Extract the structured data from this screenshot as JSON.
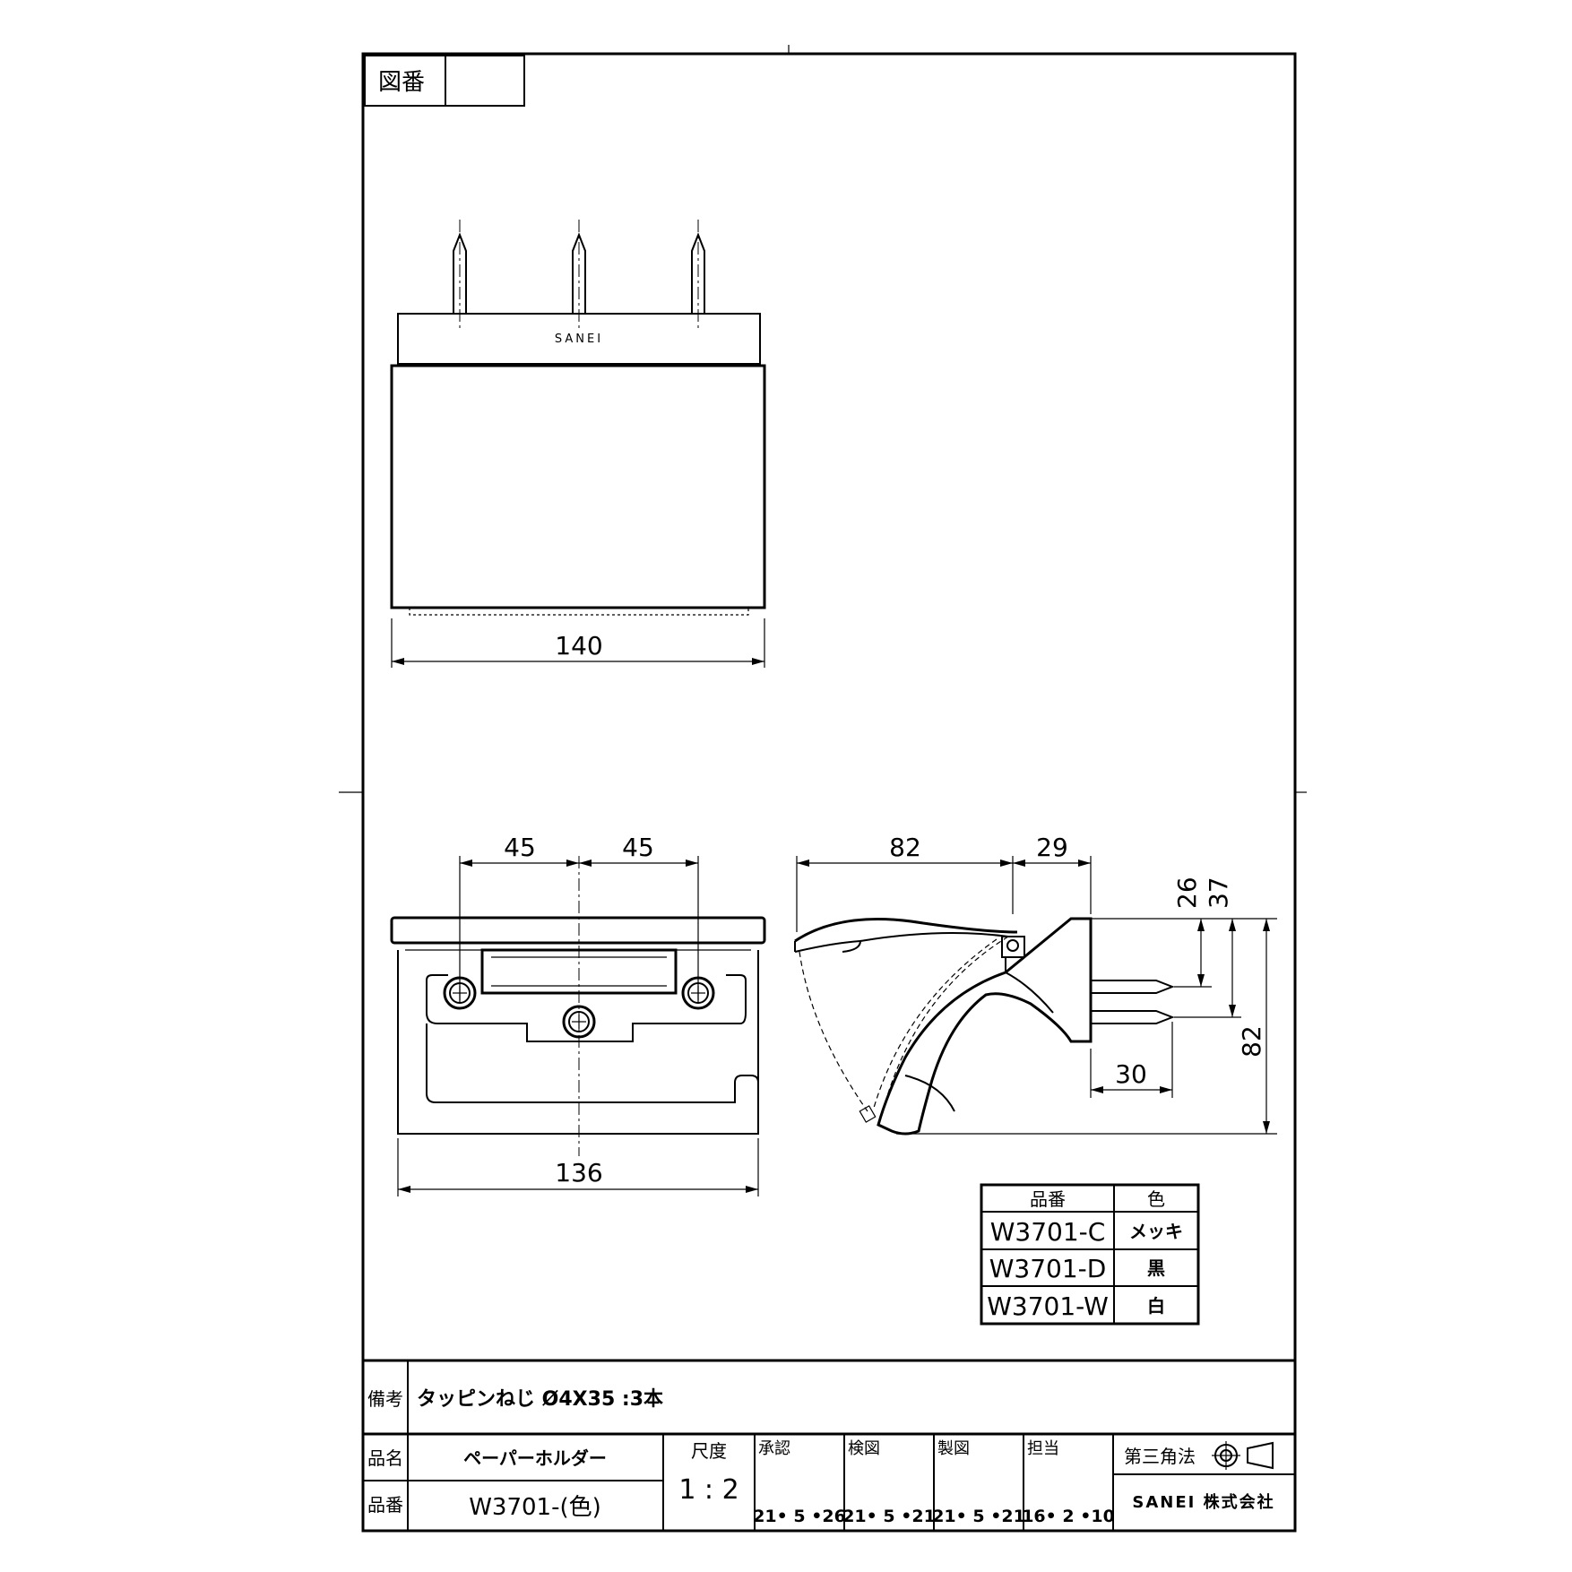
{
  "figure_no_label": "図番",
  "figure_no_value": "",
  "brand_mark": "SANEI",
  "dimensions": {
    "front_width": "140",
    "pitch_left": "45",
    "pitch_right": "45",
    "bottom_width": "136",
    "depth_arm": "82",
    "depth_base": "29",
    "screw_1": "26",
    "screw_2": "37",
    "height": "82",
    "screw_len": "30"
  },
  "color_table": {
    "headers": [
      "品番",
      "色"
    ],
    "rows": [
      [
        "W3701-C",
        "メッキ"
      ],
      [
        "W3701-D",
        "黒"
      ],
      [
        "W3701-W",
        "白"
      ]
    ]
  },
  "title_block": {
    "remarks_label": "備考",
    "remarks_value": "タッピンねじ Ø4X35 :3本",
    "name_label": "品名",
    "name_value": "ペーパーホルダー",
    "number_label": "品番",
    "number_value": "W3701-(色)",
    "scale_label": "尺度",
    "scale_value": "1 : 2",
    "approve_label": "承認",
    "approve_date": "21• 5 •26",
    "check_label": "検図",
    "check_date": "21• 5 •21",
    "drawn_label": "製図",
    "drawn_date": "21• 5 •21",
    "charge_label": "担当",
    "charge_date": "16• 2 •10",
    "projection": "第三角法",
    "company": "SANEI 株式会社"
  }
}
